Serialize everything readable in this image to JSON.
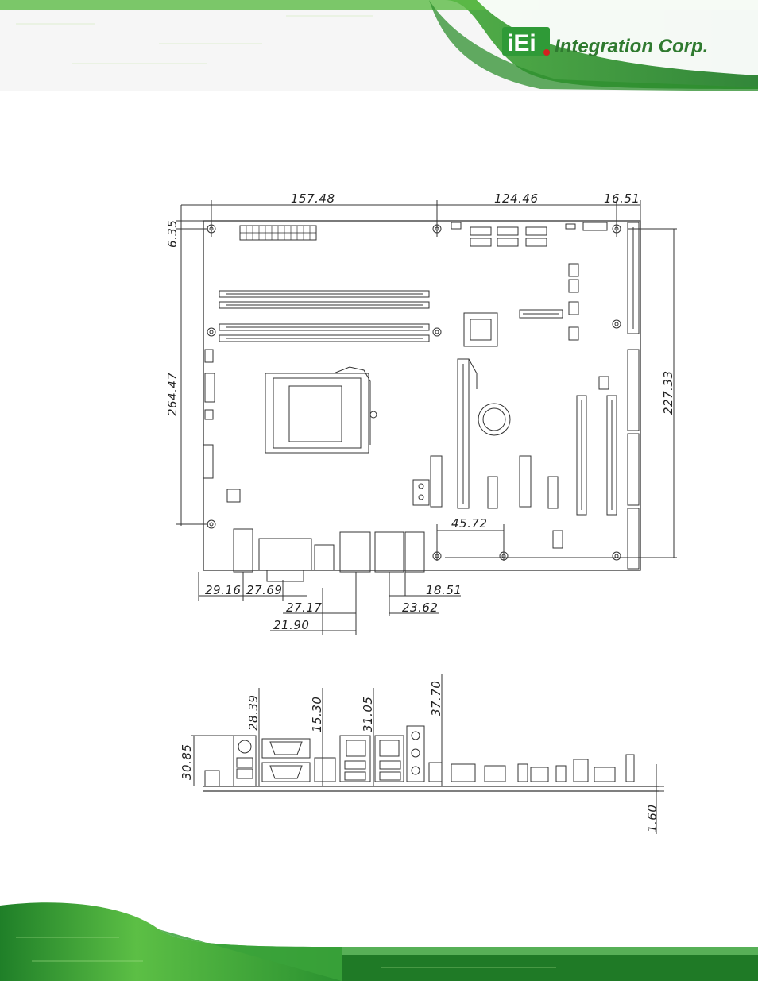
{
  "brand": {
    "logo_mark": "iEi",
    "logo_text": "Integration Corp."
  },
  "colors": {
    "brand_green": "#2f9a37",
    "brand_red": "#d42020",
    "line": "#333333"
  },
  "top_view": {
    "dims_top": {
      "d1": "157.48",
      "d2": "124.46",
      "d3": "16.51"
    },
    "dims_left": {
      "d1": "6.35",
      "d2": "264.47"
    },
    "dims_right": {
      "d1": "227.33"
    },
    "dims_inside": {
      "d1": "45.72"
    },
    "dims_bottom": {
      "d1": "29.16",
      "d2": "27.69",
      "d3": "18.51",
      "d4": "27.17",
      "d5": "23.62",
      "d6": "21.90"
    }
  },
  "side_view": {
    "dims_vertical": {
      "d1": "30.85",
      "d2": "28.39",
      "d3": "15.30",
      "d4": "31.05",
      "d5": "37.70",
      "d6": "1.60"
    }
  }
}
